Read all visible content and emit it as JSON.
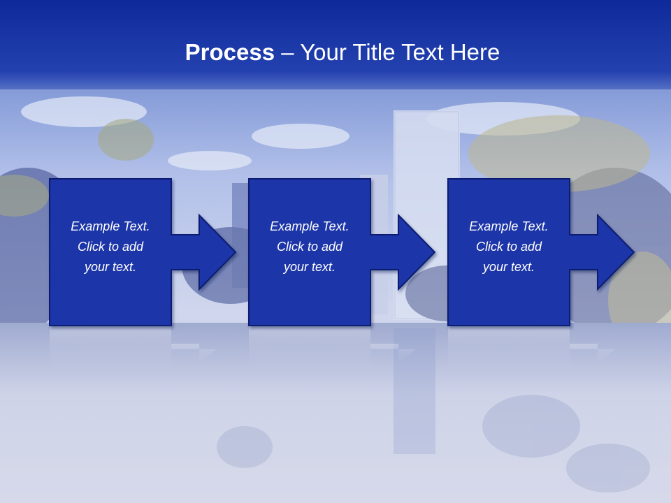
{
  "slide": {
    "title_bold": "Process",
    "title_rest": " – Your Title Text Here"
  },
  "process": {
    "steps": [
      {
        "lines": [
          "Example Text.",
          "Click  to add",
          "your text."
        ]
      },
      {
        "lines": [
          "Example Text.",
          "Click  to add",
          "your text."
        ]
      },
      {
        "lines": [
          "Example Text.",
          "Click  to add",
          "your text."
        ]
      }
    ]
  },
  "colors": {
    "title_band": "#1b37a6",
    "step_box": "#1c36a8",
    "step_border": "#0f1f70"
  }
}
